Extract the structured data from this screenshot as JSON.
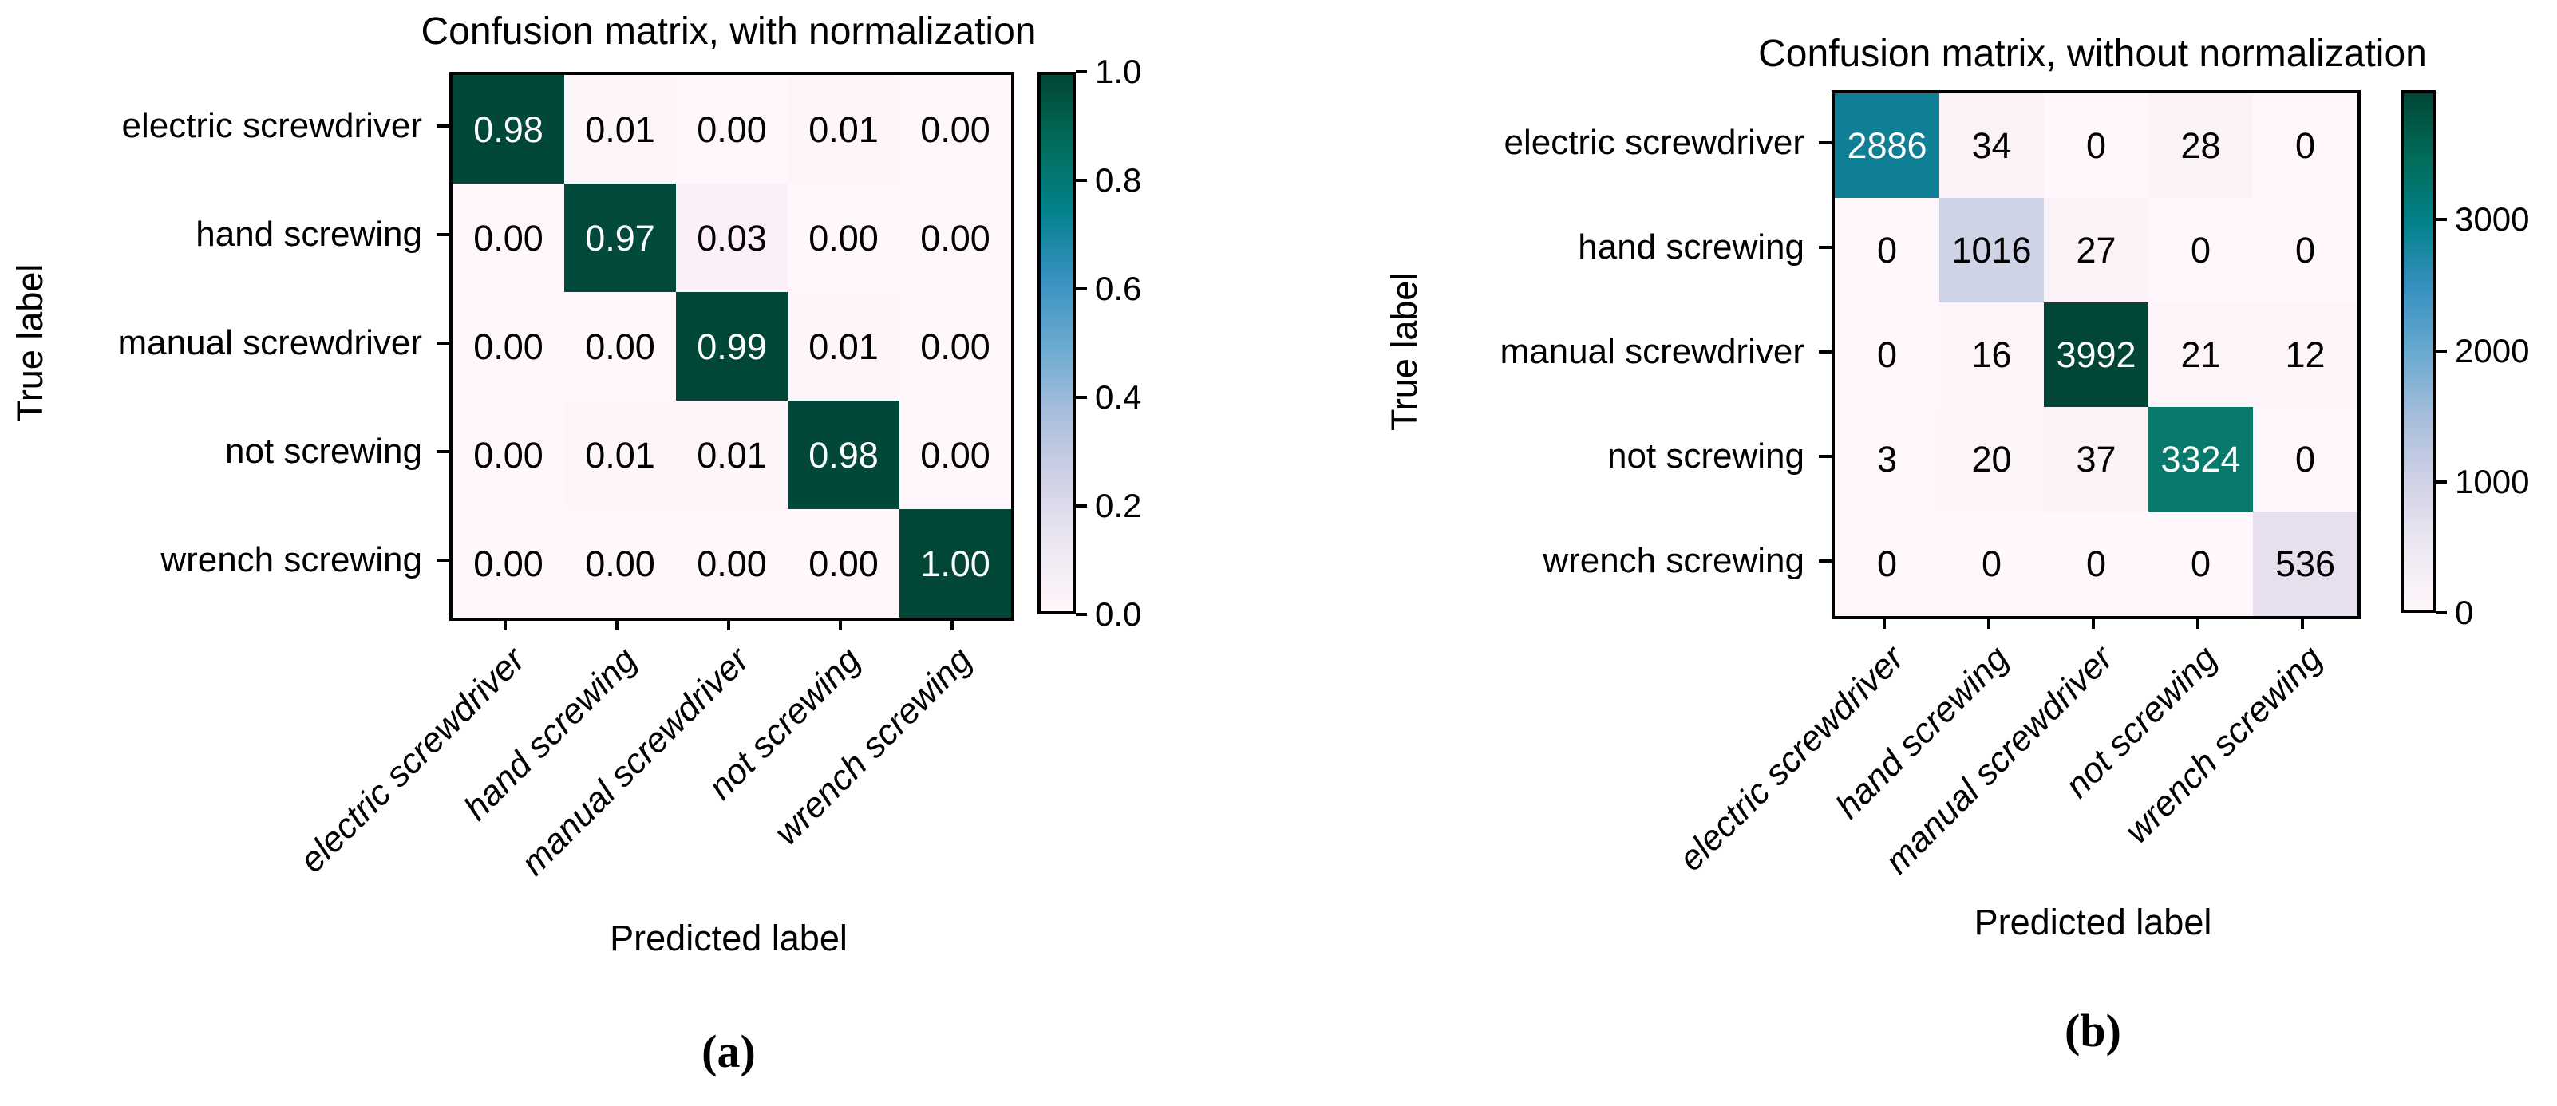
{
  "figure": {
    "background": "#ffffff"
  },
  "panels": [
    {
      "id": "a",
      "title": "Confusion matrix, with normalization",
      "xlabel": "Predicted label",
      "ylabel": "True label",
      "caption": "(a)",
      "classes": [
        "electric screwdriver",
        "hand screwing",
        "manual screwdriver",
        "not screwing",
        "wrench screwing"
      ],
      "cells": [
        {
          "v": "0.98",
          "bg": "#01483a",
          "fg": "#ffffff"
        },
        {
          "v": "0.01",
          "bg": "#fef5fa",
          "fg": "#000000"
        },
        {
          "v": "0.00",
          "bg": "#fff7fb",
          "fg": "#000000"
        },
        {
          "v": "0.01",
          "bg": "#fef5fa",
          "fg": "#000000"
        },
        {
          "v": "0.00",
          "bg": "#fff7fb",
          "fg": "#000000"
        },
        {
          "v": "0.00",
          "bg": "#fff7fb",
          "fg": "#000000"
        },
        {
          "v": "0.97",
          "bg": "#024a3c",
          "fg": "#ffffff"
        },
        {
          "v": "0.03",
          "bg": "#fbf0f7",
          "fg": "#000000"
        },
        {
          "v": "0.00",
          "bg": "#fff7fb",
          "fg": "#000000"
        },
        {
          "v": "0.00",
          "bg": "#fff7fb",
          "fg": "#000000"
        },
        {
          "v": "0.00",
          "bg": "#fff7fb",
          "fg": "#000000"
        },
        {
          "v": "0.00",
          "bg": "#fff7fb",
          "fg": "#000000"
        },
        {
          "v": "0.99",
          "bg": "#014737",
          "fg": "#ffffff"
        },
        {
          "v": "0.01",
          "bg": "#fef5fa",
          "fg": "#000000"
        },
        {
          "v": "0.00",
          "bg": "#fff7fb",
          "fg": "#000000"
        },
        {
          "v": "0.00",
          "bg": "#fff7fb",
          "fg": "#000000"
        },
        {
          "v": "0.01",
          "bg": "#fef5fa",
          "fg": "#000000"
        },
        {
          "v": "0.01",
          "bg": "#fef5fa",
          "fg": "#000000"
        },
        {
          "v": "0.98",
          "bg": "#01483a",
          "fg": "#ffffff"
        },
        {
          "v": "0.00",
          "bg": "#fff7fb",
          "fg": "#000000"
        },
        {
          "v": "0.00",
          "bg": "#fff7fb",
          "fg": "#000000"
        },
        {
          "v": "0.00",
          "bg": "#fff7fb",
          "fg": "#000000"
        },
        {
          "v": "0.00",
          "bg": "#fff7fb",
          "fg": "#000000"
        },
        {
          "v": "0.00",
          "bg": "#fff7fb",
          "fg": "#000000"
        },
        {
          "v": "1.00",
          "bg": "#014636",
          "fg": "#ffffff"
        }
      ],
      "colorbar": {
        "ticks": [
          {
            "label": "1.0",
            "frac": 100
          },
          {
            "label": "0.8",
            "frac": 80
          },
          {
            "label": "0.6",
            "frac": 60
          },
          {
            "label": "0.4",
            "frac": 40
          },
          {
            "label": "0.2",
            "frac": 20
          },
          {
            "label": "0.0",
            "frac": 0
          }
        ],
        "gradient": [
          "#fff7fb",
          "#ece7f2",
          "#d0d1e6",
          "#a6bddb",
          "#67a9cf",
          "#3690c0",
          "#02818a",
          "#016c59",
          "#014636"
        ]
      }
    },
    {
      "id": "b",
      "title": "Confusion matrix, without normalization",
      "xlabel": "Predicted label",
      "ylabel": "True label",
      "caption": "(b)",
      "classes": [
        "electric screwdriver",
        "hand screwing",
        "manual screwdriver",
        "not screwing",
        "wrench screwing"
      ],
      "cells": [
        {
          "v": "2886",
          "bg": "#0f7f95",
          "fg": "#ffffff"
        },
        {
          "v": "34",
          "bg": "#fbf2f8",
          "fg": "#000000"
        },
        {
          "v": "0",
          "bg": "#fff7fb",
          "fg": "#000000"
        },
        {
          "v": "28",
          "bg": "#fcf3f9",
          "fg": "#000000"
        },
        {
          "v": "0",
          "bg": "#fff7fb",
          "fg": "#000000"
        },
        {
          "v": "0",
          "bg": "#fff7fb",
          "fg": "#000000"
        },
        {
          "v": "1016",
          "bg": "#cfd3e6",
          "fg": "#000000"
        },
        {
          "v": "27",
          "bg": "#fcf3f9",
          "fg": "#000000"
        },
        {
          "v": "0",
          "bg": "#fff7fb",
          "fg": "#000000"
        },
        {
          "v": "0",
          "bg": "#fff7fb",
          "fg": "#000000"
        },
        {
          "v": "0",
          "bg": "#fff7fb",
          "fg": "#000000"
        },
        {
          "v": "16",
          "bg": "#fdf5fa",
          "fg": "#000000"
        },
        {
          "v": "3992",
          "bg": "#014636",
          "fg": "#ffffff"
        },
        {
          "v": "21",
          "bg": "#fdf4f9",
          "fg": "#000000"
        },
        {
          "v": "12",
          "bg": "#fef5fa",
          "fg": "#000000"
        },
        {
          "v": "3",
          "bg": "#fff6fb",
          "fg": "#000000"
        },
        {
          "v": "20",
          "bg": "#fdf4f9",
          "fg": "#000000"
        },
        {
          "v": "37",
          "bg": "#fbf2f8",
          "fg": "#000000"
        },
        {
          "v": "3324",
          "bg": "#087a6b",
          "fg": "#ffffff"
        },
        {
          "v": "0",
          "bg": "#fff7fb",
          "fg": "#000000"
        },
        {
          "v": "0",
          "bg": "#fff7fb",
          "fg": "#000000"
        },
        {
          "v": "0",
          "bg": "#fff7fb",
          "fg": "#000000"
        },
        {
          "v": "0",
          "bg": "#fff7fb",
          "fg": "#000000"
        },
        {
          "v": "0",
          "bg": "#fff7fb",
          "fg": "#000000"
        },
        {
          "v": "536",
          "bg": "#e7dfee",
          "fg": "#000000"
        }
      ],
      "colorbar": {
        "ticks": [
          {
            "label": "3000",
            "frac": 75.2
          },
          {
            "label": "2000",
            "frac": 50.1
          },
          {
            "label": "1000",
            "frac": 25.1
          },
          {
            "label": "0",
            "frac": 0
          }
        ],
        "gradient": [
          "#fff7fb",
          "#ece7f2",
          "#d0d1e6",
          "#a6bddb",
          "#67a9cf",
          "#3690c0",
          "#02818a",
          "#016c59",
          "#014636"
        ]
      }
    }
  ],
  "chart_data": [
    {
      "type": "heatmap",
      "title": "Confusion matrix, with normalization",
      "xlabel": "Predicted label",
      "ylabel": "True label",
      "categories": [
        "electric screwdriver",
        "hand screwing",
        "manual screwdriver",
        "not screwing",
        "wrench screwing"
      ],
      "matrix": [
        [
          0.98,
          0.01,
          0.0,
          0.01,
          0.0
        ],
        [
          0.0,
          0.97,
          0.03,
          0.0,
          0.0
        ],
        [
          0.0,
          0.0,
          0.99,
          0.01,
          0.0
        ],
        [
          0.0,
          0.01,
          0.01,
          0.98,
          0.0
        ],
        [
          0.0,
          0.0,
          0.0,
          0.0,
          1.0
        ]
      ],
      "vmin": 0.0,
      "vmax": 1.0,
      "colorbar_ticks": [
        0.0,
        0.2,
        0.4,
        0.6,
        0.8,
        1.0
      ],
      "colormap": "PuBuGn",
      "legend_position": "right-colorbar",
      "grid": false
    },
    {
      "type": "heatmap",
      "title": "Confusion matrix, without normalization",
      "xlabel": "Predicted label",
      "ylabel": "True label",
      "categories": [
        "electric screwdriver",
        "hand screwing",
        "manual screwdriver",
        "not screwing",
        "wrench screwing"
      ],
      "matrix": [
        [
          2886,
          34,
          0,
          28,
          0
        ],
        [
          0,
          1016,
          27,
          0,
          0
        ],
        [
          0,
          16,
          3992,
          21,
          12
        ],
        [
          3,
          20,
          37,
          3324,
          0
        ],
        [
          0,
          0,
          0,
          0,
          536
        ]
      ],
      "vmin": 0,
      "vmax": 3992,
      "colorbar_ticks": [
        0,
        1000,
        2000,
        3000
      ],
      "colormap": "PuBuGn",
      "legend_position": "right-colorbar",
      "grid": false
    }
  ]
}
